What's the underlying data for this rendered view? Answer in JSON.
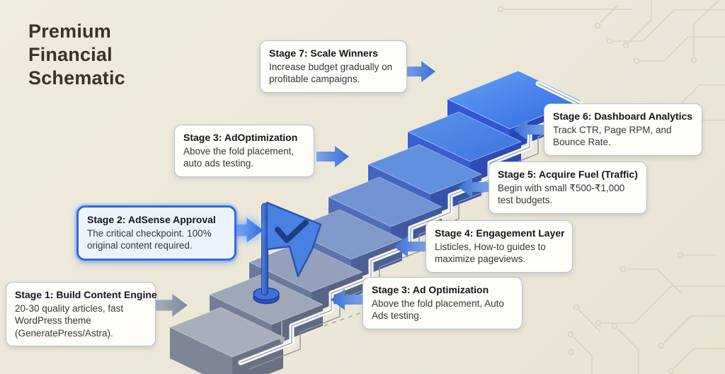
{
  "title": "Premium Financial Schematic",
  "boxes": [
    {
      "heading": "Stage 7: Scale Winners",
      "body": "Increase budget gradually on profitable campaigns."
    },
    {
      "heading": "Stage 3: AdOptimization",
      "body": "Above the fold placement, auto ads testing."
    },
    {
      "heading": "Stage 6: Dashboard Analytics",
      "body": "Track CTR, Page RPM, and Bounce Rate."
    },
    {
      "heading": "Stage 5: Acquire Fuel (Traffic)",
      "body": "Begin with small ₹500-₹1,000 test budgets."
    },
    {
      "heading": "Stage 2: AdSense Approval",
      "body": "The critical checkpoint. 100% original content required."
    },
    {
      "heading": "Stage 4: Engagement Layer",
      "body": "Listicles, How-to guides to maximize pageviews."
    },
    {
      "heading": "Stage 1: Build Content Engine",
      "body": "20-30 quality articles, fast WordPress theme (GeneratePress/Astra)."
    },
    {
      "heading": "Stage 3: Ad Optimization",
      "body": "Above the fold placement, Auto Ads testing."
    }
  ],
  "icons": {
    "flag_check_icon": "✓"
  },
  "colors": {
    "background": "#ece7d8",
    "accent_blue": "#3b72d8",
    "highlight_border": "#2f6be0",
    "step_gray": "#a9afba",
    "step_blue": "#3f7cee",
    "circuit_trace": "#d8d2bd"
  }
}
